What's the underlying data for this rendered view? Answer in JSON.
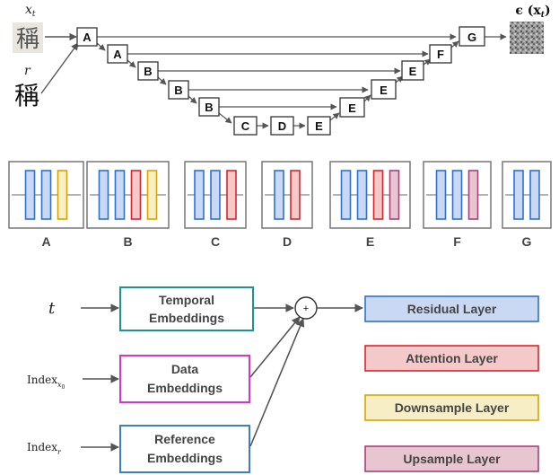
{
  "unet": {
    "input_x_label": "x",
    "input_x_sub": "t",
    "input_r_label": "r",
    "input_char": "稱",
    "output_label_main": "ϵ (x",
    "output_label_sub": "t",
    "output_label_close": ")",
    "encoder_blocks": [
      "A",
      "A",
      "B",
      "B",
      "B"
    ],
    "bottleneck_blocks": [
      "C",
      "D",
      "E"
    ],
    "decoder_blocks": [
      "E",
      "E",
      "E",
      "F",
      "G"
    ]
  },
  "block_legend": [
    {
      "label": "A",
      "layers": [
        "residual",
        "residual",
        "downsample"
      ]
    },
    {
      "label": "B",
      "layers": [
        "residual",
        "residual",
        "attention",
        "downsample"
      ]
    },
    {
      "label": "C",
      "layers": [
        "residual",
        "residual",
        "attention"
      ]
    },
    {
      "label": "D",
      "layers": [
        "residual",
        "attention"
      ]
    },
    {
      "label": "E",
      "layers": [
        "residual",
        "residual",
        "attention",
        "upsample"
      ]
    },
    {
      "label": "F",
      "layers": [
        "residual",
        "residual",
        "upsample"
      ]
    },
    {
      "label": "G",
      "layers": [
        "residual",
        "residual"
      ]
    }
  ],
  "embeddings": {
    "t_label": "t",
    "index_x_label": "Index",
    "index_x_sub": "x",
    "index_x_subsub": "0",
    "index_r_label": "Index",
    "index_r_sub": "r",
    "plus_symbol": "+",
    "temporal": {
      "line1": "Temporal",
      "line2": "Embeddings"
    },
    "data": {
      "line1": "Data",
      "line2": "Embeddings"
    },
    "reference": {
      "line1": "Reference",
      "line2": "Embeddings"
    }
  },
  "layer_legend": {
    "residual": "Residual Layer",
    "attention": "Attention Layer",
    "downsample": "Downsample Layer",
    "upsample": "Upsample Layer"
  },
  "colors": {
    "residual_fill": "#c9d9f3",
    "residual_stroke": "#2f6fd6",
    "attention_fill": "#f3c9c9",
    "attention_stroke": "#e0232b",
    "downsample_fill": "#f8eec6",
    "downsample_stroke": "#d9a400",
    "upsample_fill": "#e7c6d2",
    "upsample_stroke": "#a2437a",
    "temporal_stroke": "#17959a",
    "data_stroke": "#e52ad8",
    "reference_stroke": "#3a7be0",
    "line": "#555555",
    "text": "#444444"
  }
}
